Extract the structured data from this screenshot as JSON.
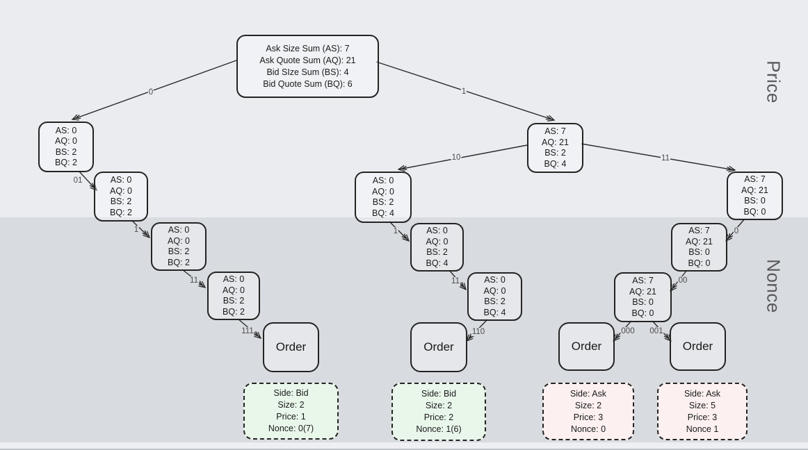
{
  "region_labels": {
    "price": "Price",
    "nonce": "Nonce"
  },
  "colors": {
    "price_band_bg": "#eaecf0",
    "nonce_band_bg": "#d8dbdf",
    "bid_detail_fill": "#e9f7eb",
    "ask_detail_fill": "#fcf0f0",
    "node_border": "#232323"
  },
  "nodes": {
    "root": {
      "lines": [
        "Ask Size Sum (AS): 7",
        "Ask Quote Sum (AQ): 21",
        "Bid SIze Sum (BS): 4",
        "Bid Quote Sum (BQ): 6"
      ]
    },
    "l1": {
      "lines": [
        "AS: 0",
        "AQ: 0",
        "BS: 2",
        "BQ: 2"
      ]
    },
    "l2": {
      "lines": [
        "AS: 0",
        "AQ: 0",
        "BS: 2",
        "BQ: 2"
      ]
    },
    "l3": {
      "lines": [
        "AS: 0",
        "AQ: 0",
        "BS: 2",
        "BQ: 2"
      ]
    },
    "l4": {
      "lines": [
        "AS: 0",
        "AQ: 0",
        "BS: 2",
        "BQ: 2"
      ]
    },
    "r1": {
      "lines": [
        "AS: 7",
        "AQ: 21",
        "BS: 2",
        "BQ: 4"
      ]
    },
    "m1": {
      "lines": [
        "AS: 0",
        "AQ: 0",
        "BS: 2",
        "BQ: 4"
      ]
    },
    "m2": {
      "lines": [
        "AS: 0",
        "AQ: 0",
        "BS: 2",
        "BQ: 4"
      ]
    },
    "m3": {
      "lines": [
        "AS: 0",
        "AQ: 0",
        "BS: 2",
        "BQ: 4"
      ]
    },
    "rr1": {
      "lines": [
        "AS: 7",
        "AQ: 21",
        "BS: 0",
        "BQ: 0"
      ]
    },
    "rr2": {
      "lines": [
        "AS: 7",
        "AQ: 21",
        "BS: 0",
        "BQ: 0"
      ]
    },
    "rr3": {
      "lines": [
        "AS: 7",
        "AQ: 21",
        "BS: 0",
        "BQ: 0"
      ]
    }
  },
  "orders": [
    {
      "label": "Order"
    },
    {
      "label": "Order"
    },
    {
      "label": "Order"
    },
    {
      "label": "Order"
    }
  ],
  "edges": [
    {
      "label": "0"
    },
    {
      "label": "1"
    },
    {
      "label": "01"
    },
    {
      "label": "1"
    },
    {
      "label": "11"
    },
    {
      "label": "111"
    },
    {
      "label": "10"
    },
    {
      "label": "11"
    },
    {
      "label": "1"
    },
    {
      "label": "11"
    },
    {
      "label": "110"
    },
    {
      "label": "0"
    },
    {
      "label": "00"
    },
    {
      "label": "000"
    },
    {
      "label": "001"
    }
  ],
  "order_details": [
    {
      "side": "bid",
      "lines": [
        "Side: Bid",
        "Size: 2",
        "Price: 1",
        "Nonce: 0(7)"
      ]
    },
    {
      "side": "bid",
      "lines": [
        "Side: Bid",
        "Size: 2",
        "Price: 2",
        "Nonce: 1(6)"
      ]
    },
    {
      "side": "ask",
      "lines": [
        "Side: Ask",
        "Size: 2",
        "Price: 3",
        "Nonce: 0"
      ]
    },
    {
      "side": "ask",
      "lines": [
        "Side: Ask",
        "Size: 5",
        "Price: 3",
        "Nonce 1"
      ]
    }
  ]
}
